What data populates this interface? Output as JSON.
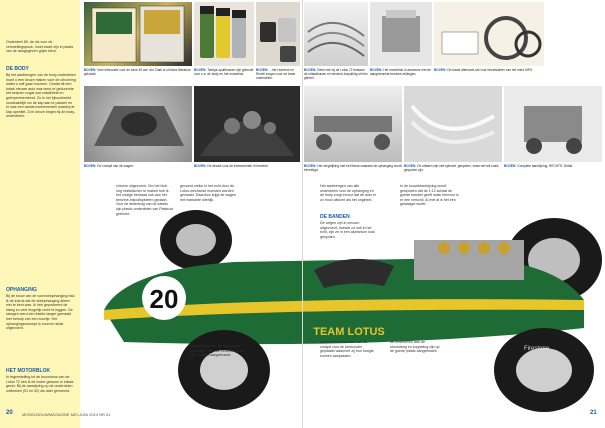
{
  "left_page": {
    "intro": "Onderdeel 89, de nis voor de versnellingspook, moet zwart zijn in plaats van de aangegeven grijze kleur.",
    "sections": [
      {
        "heading": "DE BODY",
        "text": "Bij het aanbrengen van de body-onderdelen moet u een keuze maken voor de uitvoering welke u wilt gaan bouwen. Omdat dit een totaal nieuwe auto was werd er gedurende het seizoen nogal wat ontwikkeld en geëxperimenteerd. Zo is het bijvoorbeeld noodzakelijk om de kap aan te passen en er was een aantal evenementen waarbij de kap openliet. Zo'n keuze begint bij de body-onderdelen."
      },
      {
        "heading": "OPHANGING",
        "text": "Bij de bouw van de voorwielophanging had ik de indruk dat de wielophanging alleen niet te bent was. Ik heb geprobeerd de stang zo veel mogelijk recht te leggen. De stangen werd een fractie langer gemaakt met behulp van een boortje. Het ophangingsconcept is mooi en strak uitgevoerd."
      },
      {
        "heading": "HET MOTORBLOK",
        "text": "In tegenstelling tot de bouwdoos van de Lotus 72 heb ik de motor gewoon in elkaar gezet. Bij de aanwijzing op de onderdelen ontbreken (51 en 52) als later genoemd."
      }
    ]
  },
  "captions": {
    "c1": {
      "label": "BOVEN:",
      "text": "Veel informatie voor de lotus 49 van Jim Clark is uit deze literatuur gehaald."
    },
    "c2": {
      "label": "BOVEN:",
      "text": "Tamiya-spuitbussen zijn gebruikt voor o.a. de body en het motorblok."
    },
    "c3": {
      "label": "BOVEN:",
      "text": "...het Humbrol en Revell zorgen voor de losse onderdelen."
    },
    "c4": {
      "label": "BOVEN:",
      "text": "Delen die bij de Lotus 72 bestaan de uitlaatbuizen en benzine-inspuiting uit één geheel."
    },
    "c5": {
      "label": "BOVEN:",
      "text": "Het motorblok in aanbouw met de aangebrachte benzine-leidingen."
    },
    "c6": {
      "label": "BOVEN:",
      "text": "De fraaie afterwork-set voor fotoetsdelen van het merk MFH."
    },
    "c7": {
      "label": "BOVEN:",
      "text": "De cockpit van de wagen."
    },
    "c8": {
      "label": "BOVEN:",
      "text": "De decals voor de instrumenten in bewerkt."
    },
    "c9": {
      "label": "BOVEN:",
      "text": "Het vergelijking met het frame waaraan de ophanging wordt bevestigd."
    },
    "c10": {
      "label": "BOVEN:",
      "text": "De uitlaten zijn niet spierwit, gespoten, maar wel wit zoals gespoten zijn."
    },
    "c11": {
      "label": "BOVEN:",
      "text": "Complete aandrijving. RECHTS: Detail."
    }
  },
  "right_page": {
    "col1": "chroom uitgevoerd. Om het blok nog realistischer te maken heb ik het nodige bedraad ook aan het benzine-inspuitsysteem gedaan. Voor de afwerking van de kabels zijn plastic onderdelen van Plastruct gebruikt.",
    "col2": "gevoerd welke in het echt door de Lotus-mechanici moesten worden gemaakt. Daardoor krijgt de wagen het markante uiterlijk.",
    "col3": "Het aanbrengen van alle onderdelen voor de ophanging en de body zorgt ervoor dat de auto er zo mooi uitkomt als het origineel.",
    "col3_heading": "DE BANDEN",
    "col3b": "De velgen zijn in chroom uitgevoerd; hoewel zo ook in het echt, zijn ze in een aluminium look gespoten.",
    "col4": "In de bouwbeschrijving wordt gesproken dat de 1:12 schaal de goede banden geeft maar hiervoor is er een verschil. Al met al is het een geslaagd model.",
    "bottom1": "rechtstreeks aan de monocoque bevestigd. Voor de verstelbaarheid zijn stangen aangebracht.",
    "bottom2": "wordt in de achterkant van de cockpit voor de bestuurder geplaatst waarmee zij hun hoogte kunnen aanpassen.",
    "bottom3": "de onderdelen aan de stuurstang en koppeling zijn op de goede plaats aangebracht."
  },
  "car": {
    "number": "20",
    "team": "TEAM LOTUS",
    "tire_brand": "Firestone"
  },
  "footer": {
    "left_page": "20",
    "left_text": "MODELBOUWMAGAZINE MEI-JUNI 2014 NR.01",
    "right_page": "21"
  }
}
